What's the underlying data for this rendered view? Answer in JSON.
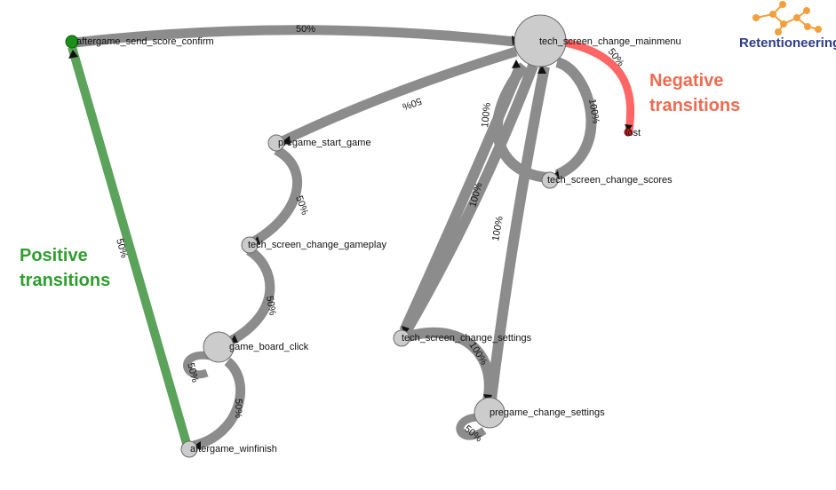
{
  "nodes": {
    "aftergame_send_score_confirm": {
      "label": "aftergame_send_score_confirm"
    },
    "tech_screen_change_mainmenu": {
      "label": "tech_screen_change_mainmenu"
    },
    "lost": {
      "label": "lost"
    },
    "pregame_start_game": {
      "label": "pregame_start_game"
    },
    "tech_screen_change_scores": {
      "label": "tech_screen_change_scores"
    },
    "tech_screen_change_gameplay": {
      "label": "tech_screen_change_gameplay"
    },
    "game_board_click": {
      "label": "game_board_click"
    },
    "tech_screen_change_settings": {
      "label": "tech_screen_change_settings"
    },
    "pregame_change_settings": {
      "label": "pregame_change_settings"
    },
    "aftergame_winfinish": {
      "label": "aftergame_winfinish"
    }
  },
  "edges": {
    "send_to_mainmenu": "50%",
    "mainmenu_to_lost": "50%",
    "mainmenu_to_start": "50%",
    "mainmenu_to_scores": "100%",
    "scores_to_mainmenu": "100%",
    "mainmenu_to_settings": "100%",
    "settings_to_mainmenu": "100%",
    "pcs_to_mainmenu": "100%",
    "settings_to_pcs": "100%",
    "start_to_gameplay": "50%",
    "gameplay_to_click": "50%",
    "click_self": "50%",
    "click_to_winfinish": "50%",
    "winfinish_to_send": "50%",
    "pcs_self": "50%"
  },
  "legend": {
    "positive": [
      "Positive",
      "transitions"
    ],
    "negative": [
      "Negative",
      "transitions"
    ]
  },
  "brand": {
    "name": "Retentioneering"
  },
  "colors": {
    "neutral_edge": "#8c8c8c",
    "positive": "#5ba35b",
    "negative": "#ff6666",
    "node_fill": "#cccccc",
    "node_stroke": "#6b6b6b",
    "positive_text": "#2f9e2f",
    "negative_text": "#f06a50",
    "brand_text": "#2e3b8c",
    "brand_molecule": "#f2a03d"
  }
}
